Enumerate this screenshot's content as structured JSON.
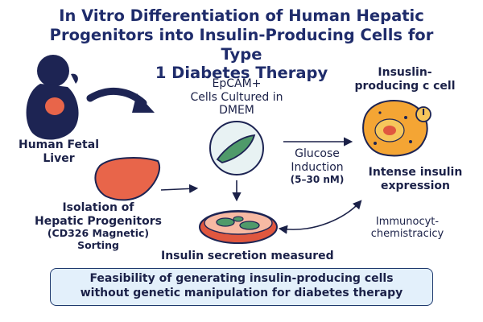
{
  "title": {
    "line1": "In Vitro Differentiation of Human Hepatic",
    "line2": "Progenitors into Insulin-Producing Cells for Type",
    "line3": "1 Diabetes Therapy"
  },
  "fetal_liver": {
    "line1": "Human Fetal",
    "line2": "Liver"
  },
  "isolation": {
    "line1": "Isolation of",
    "line2": "Hepatic Progenitors",
    "line3": "(CD326 Magnetic)",
    "line4": "Sorting"
  },
  "epcam": {
    "line1": "EpCAM+",
    "line2": "Cells Cultured in",
    "line3": "DMEM"
  },
  "glucose": {
    "line1": "Glucose",
    "line2": "Induction",
    "line3": "(5–30 nM)"
  },
  "insulin_cell": {
    "line1": "Insuslin-",
    "line2": "producing c cell",
    "badge": "I"
  },
  "expression": {
    "line1": "Intense insulin",
    "line2": "expression"
  },
  "immuno": {
    "line1": "Immunocyt-",
    "line2": "chemistracicy"
  },
  "secretion": "Insulin secretion measured",
  "banner": {
    "line1": "Feasibility of generating insulin-producing cells",
    "line2": "without genetic manipulation for diabetes therapy"
  },
  "icons": [
    "fetus-icon",
    "liver-icon",
    "cell-dish-icon",
    "petri-dish-icon",
    "insulin-cell-icon"
  ],
  "colors": {
    "navy": "#1b2148",
    "liver": "#e8654a",
    "cell_green": "#4f9a6a",
    "dish_red": "#e0573f",
    "insulin_orange": "#f4a534",
    "banner_bg": "#e3f0fb"
  }
}
